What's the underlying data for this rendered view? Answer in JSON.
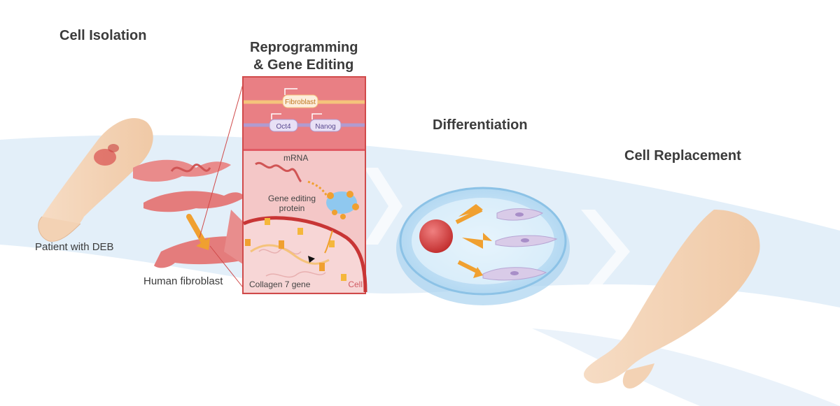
{
  "stages": {
    "cell_isolation": "Cell Isolation",
    "reprogramming_line1": "Reprogramming",
    "reprogramming_line2": "& Gene Editing",
    "differentiation": "Differentiation",
    "cell_replacement": "Cell Replacement"
  },
  "labels": {
    "patient": "Patient with DEB",
    "fibroblast_cell": "Human fibroblast",
    "collagen_gene": "Collagen 7 gene",
    "cell": "Cell",
    "mrna": "mRNA",
    "gene_editing_line1": "Gene editing",
    "gene_editing_line2": "protein"
  },
  "genes": {
    "fibroblast": "Fibroblast",
    "oct4": "Oct4",
    "nanog": "Nanog"
  },
  "colors": {
    "band": "#dcebf7",
    "tissue": "#e8888f",
    "panel": "#f4c7c7",
    "arrow": "#f0a030",
    "dish": "#bfe0f5"
  }
}
